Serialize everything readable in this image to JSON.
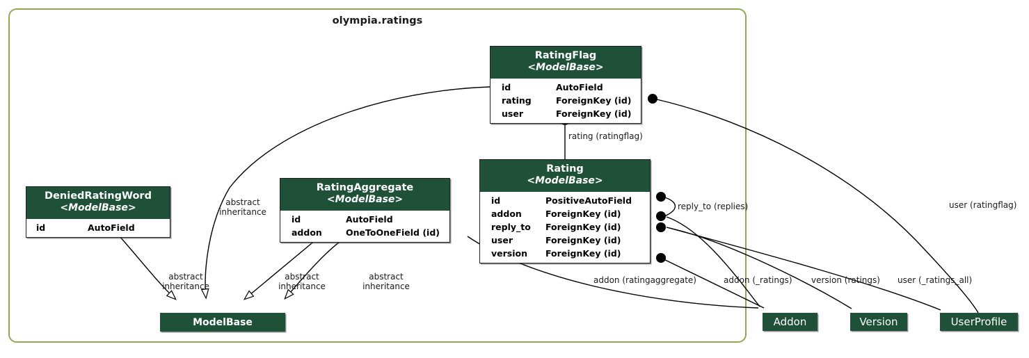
{
  "package": {
    "title": "olympia.ratings",
    "frame_color": "#8fa857"
  },
  "theme": {
    "header_green": "#1e5138",
    "node_green": "#1e5138",
    "edge_color": "#000000",
    "text_color": "#1a1a1a",
    "box_background": "#ffffff"
  },
  "classes": [
    {
      "id": "ratingflag",
      "name": "RatingFlag",
      "stereotype": "<ModelBase>",
      "attributes": [
        {
          "name": "id",
          "type": "AutoField"
        },
        {
          "name": "rating",
          "type": "ForeignKey (id)"
        },
        {
          "name": "user",
          "type": "ForeignKey (id)"
        }
      ]
    },
    {
      "id": "rating",
      "name": "Rating",
      "stereotype": "<ModelBase>",
      "attributes": [
        {
          "name": "id",
          "type": "PositiveAutoField"
        },
        {
          "name": "addon",
          "type": "ForeignKey (id)"
        },
        {
          "name": "reply_to",
          "type": "ForeignKey (id)"
        },
        {
          "name": "user",
          "type": "ForeignKey (id)"
        },
        {
          "name": "version",
          "type": "ForeignKey (id)"
        }
      ]
    },
    {
      "id": "ratingaggregate",
      "name": "RatingAggregate",
      "stereotype": "<ModelBase>",
      "attributes": [
        {
          "name": "id",
          "type": "AutoField"
        },
        {
          "name": "addon",
          "type": "OneToOneField (id)"
        }
      ]
    },
    {
      "id": "deniedratingword",
      "name": "DeniedRatingWord",
      "stereotype": "<ModelBase>",
      "attributes": [
        {
          "name": "id",
          "type": "AutoField"
        }
      ]
    }
  ],
  "nodes": [
    {
      "id": "modelbase",
      "label": "ModelBase"
    },
    {
      "id": "addon",
      "label": "Addon"
    },
    {
      "id": "version",
      "label": "Version"
    },
    {
      "id": "userprofile",
      "label": "UserProfile"
    }
  ],
  "edge_labels": {
    "rating_ratingflag": "rating (ratingflag)",
    "reply_to_replies": "reply_to (replies)",
    "user_ratingflag": "user (ratingflag)",
    "addon_ratingaggregate": "addon (ratingaggregate)",
    "addon_ratings": "addon (_ratings)",
    "version_ratings": "version (ratings)",
    "user_ratings_all": "user (_ratings_all)",
    "abstract_inheritance_1": "abstract\ninheritance",
    "abstract_inheritance_2": "abstract\ninheritance",
    "abstract_inheritance_3": "abstract\ninheritance",
    "abstract_inheritance_4": "abstract\ninheritance"
  }
}
